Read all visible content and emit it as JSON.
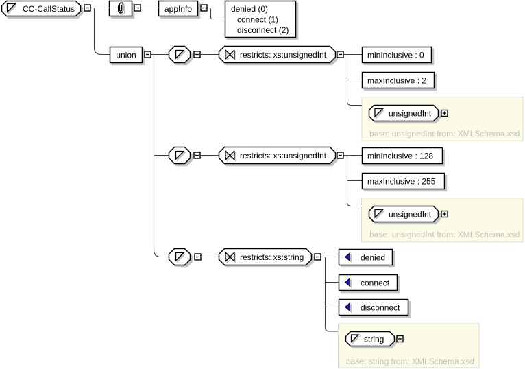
{
  "title": "CC-CallStatus simple type schema diagram",
  "colors": {
    "bg": "#ffffff",
    "node_fill": "#ffffff",
    "node_border": "#000000",
    "connector": "#404040",
    "shadow": "#c4c4c4",
    "panel_fill": "#fbfbe7",
    "panel_border": "#dcdcca",
    "muted_text": "#c3c3bd",
    "enum_blue": "#1515d6",
    "text": "#000000"
  },
  "icons": {
    "simple_type": "triangle-with-diagonal-icon",
    "annotation": "paperclip-icon",
    "restriction": "bowtie-icon",
    "enumeration": "blue-left-triangle-icon",
    "collapse": "minus-box-icon",
    "expand": "plus-box-icon"
  },
  "root": {
    "label": "CC-CallStatus"
  },
  "annotation": {
    "appinfo": {
      "label": "appInfo"
    },
    "doc": {
      "lines": [
        "denied (0)",
        "connect (1)",
        "disconnect (2)"
      ]
    }
  },
  "union": {
    "label": "union"
  },
  "members": [
    {
      "restriction": "restricts: xs:unsignedInt",
      "facets": [
        "minInclusive : 0",
        "maxInclusive : 2"
      ],
      "base": {
        "type": "unsignedInt",
        "note": "base: unsignedInt from: XMLSchema.xsd"
      }
    },
    {
      "restriction": "restricts: xs:unsignedInt",
      "facets": [
        "minInclusive : 128",
        "maxInclusive : 255"
      ],
      "base": {
        "type": "unsignedInt",
        "note": "base: unsignedInt from: XMLSchema.xsd"
      }
    },
    {
      "restriction": "restricts: xs:string",
      "enumerations": [
        "denied",
        "connect",
        "disconnect"
      ],
      "base": {
        "type": "string",
        "note": "base: string from: XMLSchema.xsd"
      }
    }
  ]
}
